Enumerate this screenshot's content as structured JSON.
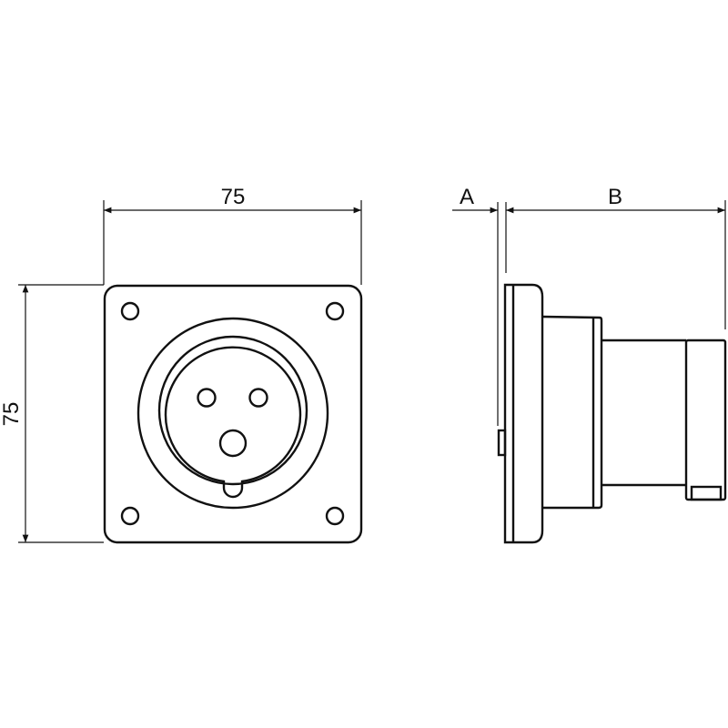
{
  "front_view": {
    "width_label": "75",
    "height_label": "75"
  },
  "side_view": {
    "dim_a_label": "A",
    "dim_b_label": "B"
  },
  "colors": {
    "line": "#111111",
    "background": "#ffffff"
  }
}
